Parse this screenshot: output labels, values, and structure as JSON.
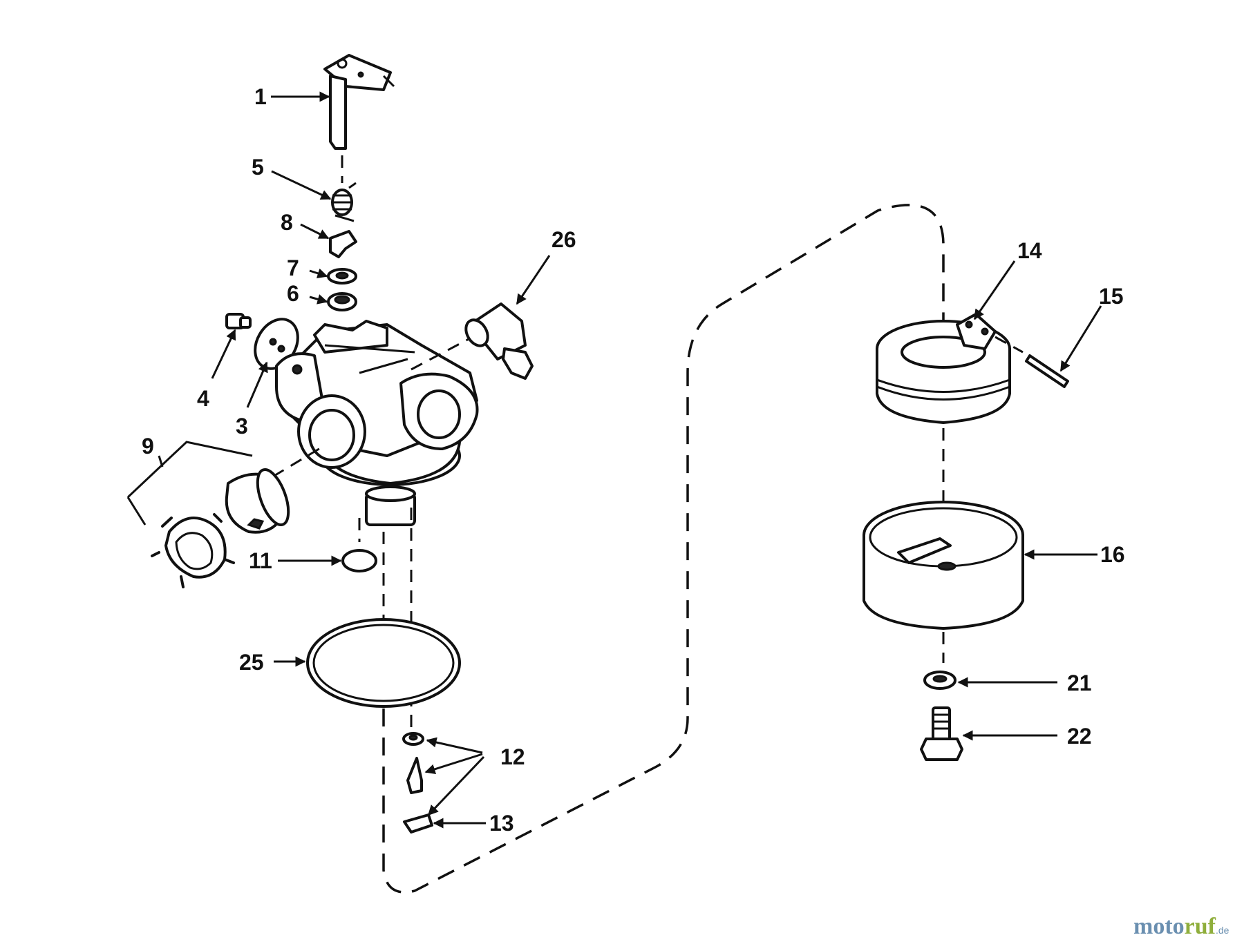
{
  "callouts": {
    "c1": "1",
    "c3": "3",
    "c4": "4",
    "c5": "5",
    "c6": "6",
    "c7": "7",
    "c8": "8",
    "c9": "9",
    "c11": "11",
    "c12": "12",
    "c13": "13",
    "c14": "14",
    "c15": "15",
    "c16": "16",
    "c21": "21",
    "c22": "22",
    "c25": "25",
    "c26": "26"
  },
  "watermark": {
    "part_a": "moto",
    "part_b": "ruf",
    "suffix": ".de",
    "color_a": "#6a8fb0",
    "color_b": "#8fae3c"
  }
}
